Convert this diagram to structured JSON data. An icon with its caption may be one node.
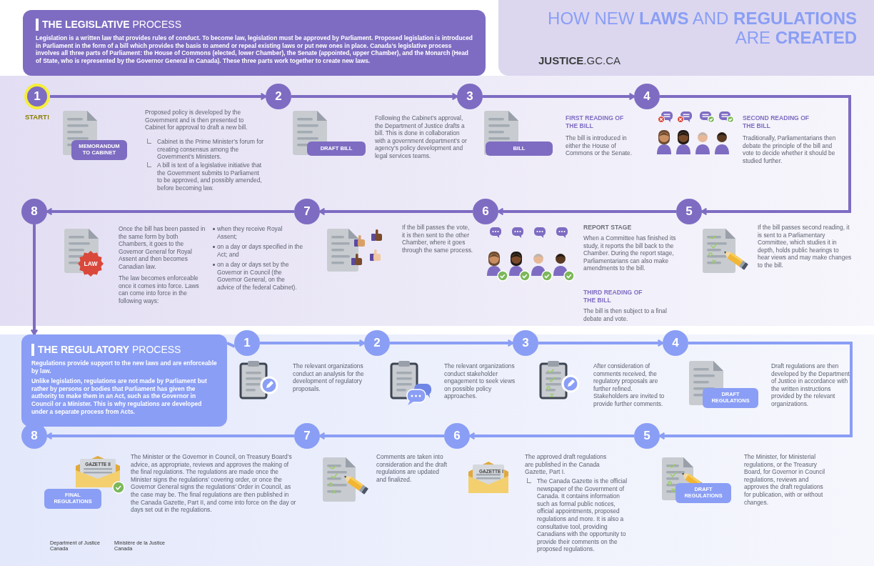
{
  "diagram": {
    "title": "HOW NEW **LAWS** AND **REGULATIONS** ARE **CREATED**",
    "nodes": [
      {
        "text": [
          "**THE LEGISLATIVE** PROCESS",
          "Legislation is a written law that provides rules of conduct. To become law, legislation must be approved by Parliament. Proposed legislation is introduced in Parliament in the form of a bill which provides the basis to amend or repeal existing laws or put new ones in place. Canada’s legislative process involves all three parts of Parliament: the House of Commons (elected, lower Chamber), the Senate (appointed, upper Chamber), and the Monarch (Head of State, who is represented by the Governor General in Canada). These three parts work together to create new laws."
        ]
      },
      {
        "text": [
          "1"
        ],
        "beside": [
          "START!"
        ]
      },
      {
        "text": [
          "2"
        ]
      },
      {
        "text": [
          "3"
        ]
      },
      {
        "text": [
          "4"
        ]
      },
      {
        "text": [
          "5"
        ]
      },
      {
        "text": [
          "6"
        ]
      },
      {
        "text": [
          "7"
        ]
      },
      {
        "text": [
          "8"
        ]
      },
      {
        "text": [
          "MEMORANDUM TO CABINET"
        ]
      },
      {
        "text": [
          "DRAFT BILL"
        ]
      },
      {
        "text": [
          "BILL"
        ]
      },
      {
        "text": [
          "LAW"
        ]
      },
      {
        "text": [
          "**THE REGULATORY** PROCESS",
          "Regulations provide support to the new laws and are enforceable by law.",
          "Unlike legislation, regulations are not made by Parliament but rather by persons or bodies that Parliament has given the authority to make them in an Act, such as the Governor in Council or a Minister. This is why regulations are developed under a separate process from Acts."
        ]
      },
      {
        "text": [
          "1"
        ]
      },
      {
        "text": [
          "2"
        ]
      },
      {
        "text": [
          "3"
        ]
      },
      {
        "text": [
          "4"
        ]
      },
      {
        "text": [
          "5"
        ]
      },
      {
        "text": [
          "6"
        ]
      },
      {
        "text": [
          "7"
        ]
      },
      {
        "text": [
          "8"
        ]
      },
      {
        "text": [
          "DRAFT REGULATIONS"
        ]
      },
      {
        "text": [
          "DRAFT REGULATIONS"
        ]
      },
      {
        "text": [
          "FINAL REGULATIONS"
        ]
      }
    ],
    "edges": [
      {
        "from": 1,
        "to": 2,
        "arrow": "to"
      },
      {
        "from": 2,
        "to": 3,
        "arrow": "to"
      },
      {
        "from": 3,
        "to": 4,
        "arrow": "to"
      },
      {
        "from": 4,
        "to": 5,
        "arrow": "to"
      },
      {
        "from": 5,
        "to": 6,
        "arrow": "to"
      },
      {
        "from": 6,
        "to": 7,
        "arrow": "to"
      },
      {
        "from": 7,
        "to": 8,
        "arrow": "to"
      },
      {
        "from": 8,
        "to": 13,
        "arrow": "to"
      },
      {
        "from": 13,
        "to": 14,
        "arrow": "none",
        "color": "#8a9ef5"
      },
      {
        "from": 14,
        "to": 15,
        "arrow": "to",
        "color": "#8a9ef5"
      },
      {
        "from": 15,
        "to": 16,
        "arrow": "to",
        "color": "#8a9ef5"
      },
      {
        "from": 16,
        "to": 17,
        "arrow": "to",
        "color": "#8a9ef5"
      },
      {
        "from": 17,
        "to": 18,
        "arrow": "to",
        "color": "#8a9ef5"
      },
      {
        "from": 18,
        "to": 19,
        "arrow": "to",
        "color": "#8a9ef5"
      },
      {
        "from": 19,
        "to": 20,
        "arrow": "to",
        "color": "#8a9ef5"
      },
      {
        "from": 20,
        "to": 21,
        "arrow": "to",
        "color": "#8a9ef5"
      }
    ],
    "labels": [
      "Proposed policy is developed by the Government and is then presented to Cabinet for approval to draft a new bill.",
      "Cabinet is the Prime Minister’s forum for creating consensus among the Government’s Ministers.",
      "A bill is text of a legislative initiative that the Government submits to Parliament to be approved, and possibly amended, before becoming law.",
      "Following the Cabinet’s approval, the Department of Justice drafts a bill. This is done in collaboration with a government department’s or agency’s policy development and legal services teams.",
      "FIRST READING OF THE BILL",
      "The bill is introduced in either the House of Commons or the Senate.",
      "SECOND READING OF THE BILL",
      "Traditionally, Parliamentarians then debate the principle of the bill and vote to decide whether it should be studied further.",
      "If the bill passes second reading, it is sent to a Parliamentary Committee, which studies it in depth, holds public hearings to hear views and may make changes to the bill.",
      "REPORT STAGE",
      "When a Committee has finished its study, it reports the bill back to the Chamber. During the report stage, Parliamentarians can also make amendments to the bill.",
      "THIRD READING OF THE BILL",
      "The bill is then subject to a final debate and vote.",
      "If the bill passes the vote, it is then sent to the other Chamber, where it goes through the same process.",
      "Once the bill has been passed in the same form by both Chambers, it goes to the Governor General for Royal Assent and then becomes Canadian law.",
      "The law becomes enforceable once it comes into force. Laws can come into force in the following ways:",
      "when they receive Royal Assent;",
      "on a day or days specified in the Act; and",
      "on a day or days set by the Governor in Council (the Governor General, on the advice of the federal Cabinet).",
      "The relevant organizations conduct an analysis for the development of regulatory proposals.",
      "The relevant organizations conduct stakeholder engagement to seek views on possible policy approaches.",
      "After consideration of comments received, the regulatory proposals are further refined. Stakeholders are invited to provide further comments.",
      "Draft regulations are then developed by the Department of Justice in accordance with the written instructions provided by the relevant organizations.",
      "The Minister, for Ministerial regulations, or the Treasury Board, for Governor in Council regulations, reviews and approves the draft regulations for publication, with or without changes.",
      "The approved draft regulations are published in the Canada Gazette, Part I.",
      "GAZETTE I",
      "The Canada Gazette is the official newspaper of the Government of Canada. It contains information such as formal public notices, official appointments, proposed regulations and more. It is also a consultative tool, providing Canadians with the opportunity to provide their comments on the proposed regulations.",
      "Comments are taken into consideration and the draft regulations are updated and finalized.",
      "GAZETTE II",
      "The Minister or the Governor in Council, on Treasury Board’s advice, as appropriate, reviews and approves the making of the final regulations. The regulations are made once the Minister signs the regulations’ covering order, or once the Governor General signs the regulations’ Order in Council, as the case may be. The final regulations are then published in the Canada Gazette, Part II, and come into force on the day or days set out in the regulations.",
      "**JUSTICE**.GC.CA",
      "Department of Justice Canada",
      "Ministère de la Justice Canada"
    ]
  }
}
